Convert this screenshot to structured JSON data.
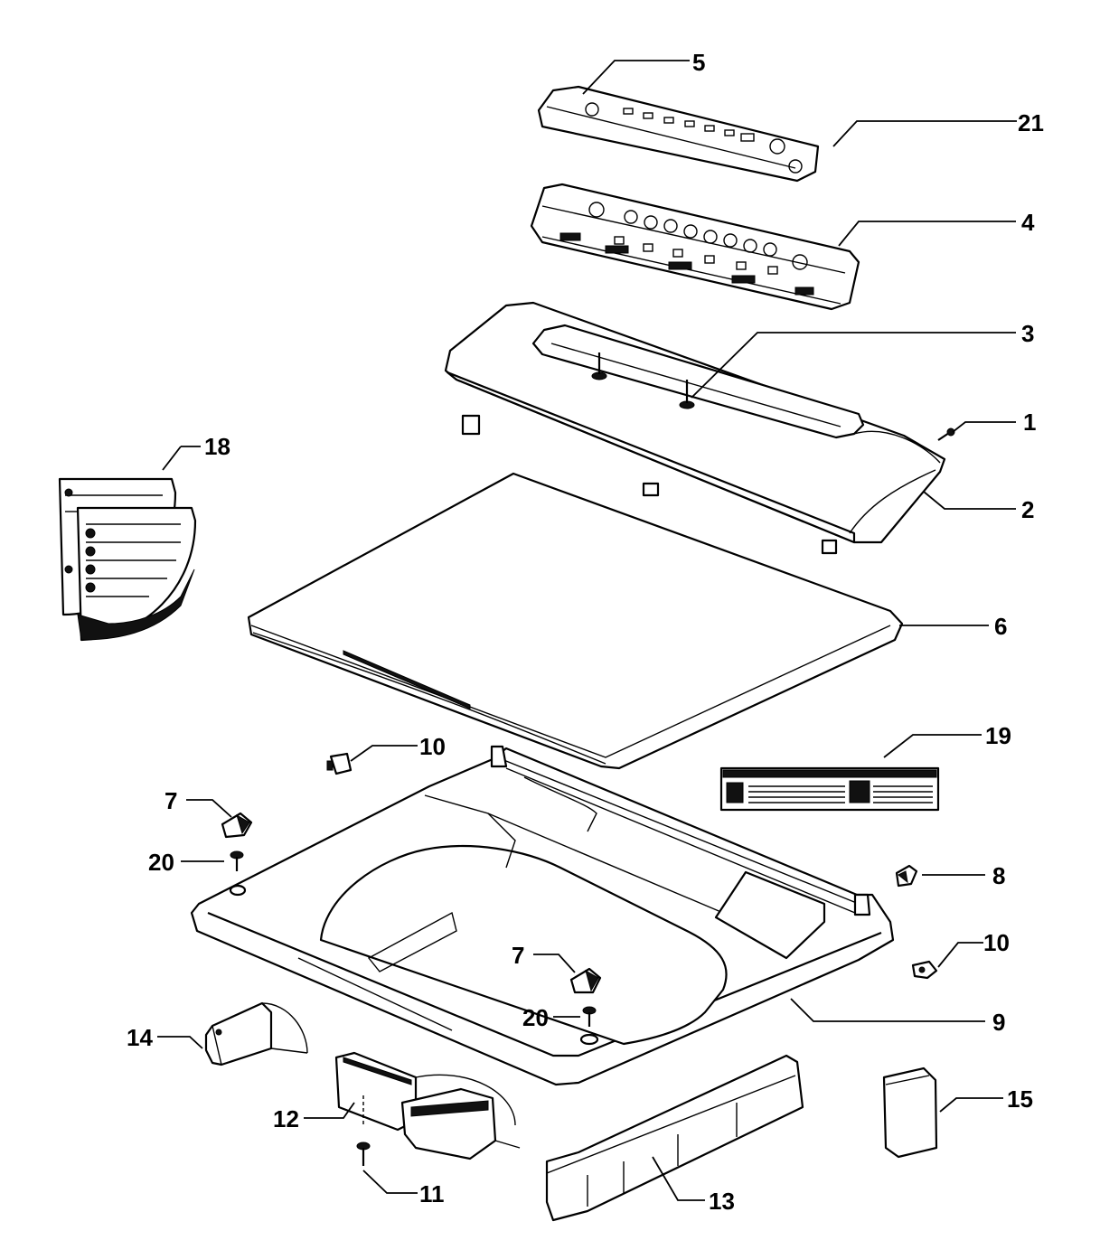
{
  "diagram": {
    "callouts": [
      {
        "id": "1",
        "label": "1"
      },
      {
        "id": "2",
        "label": "2"
      },
      {
        "id": "3",
        "label": "3"
      },
      {
        "id": "4",
        "label": "4"
      },
      {
        "id": "5",
        "label": "5"
      },
      {
        "id": "6",
        "label": "6"
      },
      {
        "id": "7a",
        "label": "7"
      },
      {
        "id": "7b",
        "label": "7"
      },
      {
        "id": "8",
        "label": "8"
      },
      {
        "id": "9",
        "label": "9"
      },
      {
        "id": "10a",
        "label": "10"
      },
      {
        "id": "10b",
        "label": "10"
      },
      {
        "id": "11",
        "label": "11"
      },
      {
        "id": "12",
        "label": "12"
      },
      {
        "id": "13",
        "label": "13"
      },
      {
        "id": "14",
        "label": "14"
      },
      {
        "id": "15",
        "label": "15"
      },
      {
        "id": "18",
        "label": "18"
      },
      {
        "id": "19",
        "label": "19"
      },
      {
        "id": "20a",
        "label": "20"
      },
      {
        "id": "20b",
        "label": "20"
      },
      {
        "id": "21",
        "label": "21"
      }
    ]
  }
}
